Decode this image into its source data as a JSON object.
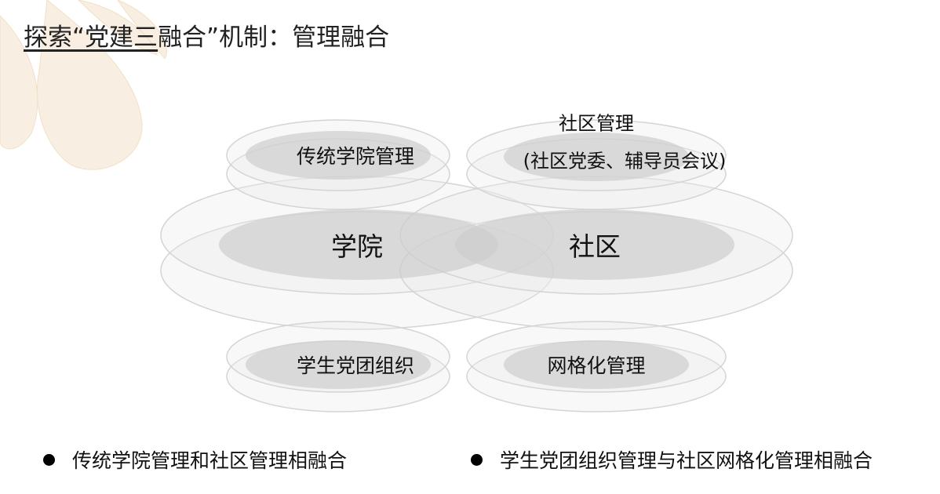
{
  "title": {
    "underlined": "探索“党建三",
    "rest": "融合”机制：管理融合"
  },
  "diagram": {
    "top_left": "传统学院管理",
    "top_right_line1": "社区管理",
    "top_right_line2": "(社区党委、辅导员会议)",
    "center_left": "学院",
    "center_right": "社区",
    "bottom_left": "学生党团组织",
    "bottom_right": "网格化管理"
  },
  "bullets": [
    "传统学院管理和社区管理相融合",
    "学生党团组织管理与社区网格化管理相融合"
  ],
  "colors": {
    "ring": "#e8e8e8",
    "fill": "#dcdcdc",
    "leaf": "#f3e4cc"
  }
}
